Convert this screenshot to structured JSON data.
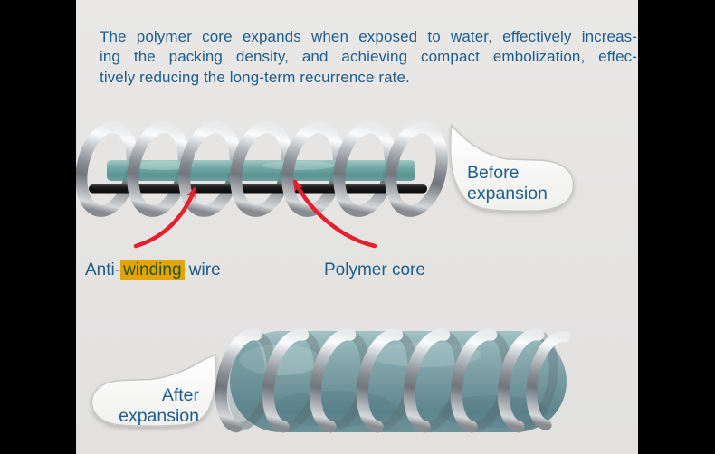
{
  "description": {
    "lines": [
      "The polymer core expands when exposed to water, effectively increas-",
      "ing the packing density, and achieving compact embolization, effec-",
      "tively reducing the long-term recurrence rate."
    ]
  },
  "annotations": {
    "anti_winding": {
      "prefix": "Anti-",
      "highlight": "winding",
      "suffix": " wire"
    },
    "polymer_core": "Polymer core"
  },
  "callouts": {
    "before": {
      "line1": "Before",
      "line2": "expansion"
    },
    "after": {
      "line1": "After",
      "line2": "expansion"
    }
  },
  "colors": {
    "background": "#e5e4e3",
    "letterbox": "#000000",
    "text_blue": "#1e5d8d",
    "highlight_background": "#e1a50a",
    "highlight_text": "#2b5313",
    "arrow_red": "#e6202e",
    "coil_metal": "#b9bec2",
    "polymer_teal": "#6ba6a2",
    "anti_winding_wire": "#191919"
  }
}
